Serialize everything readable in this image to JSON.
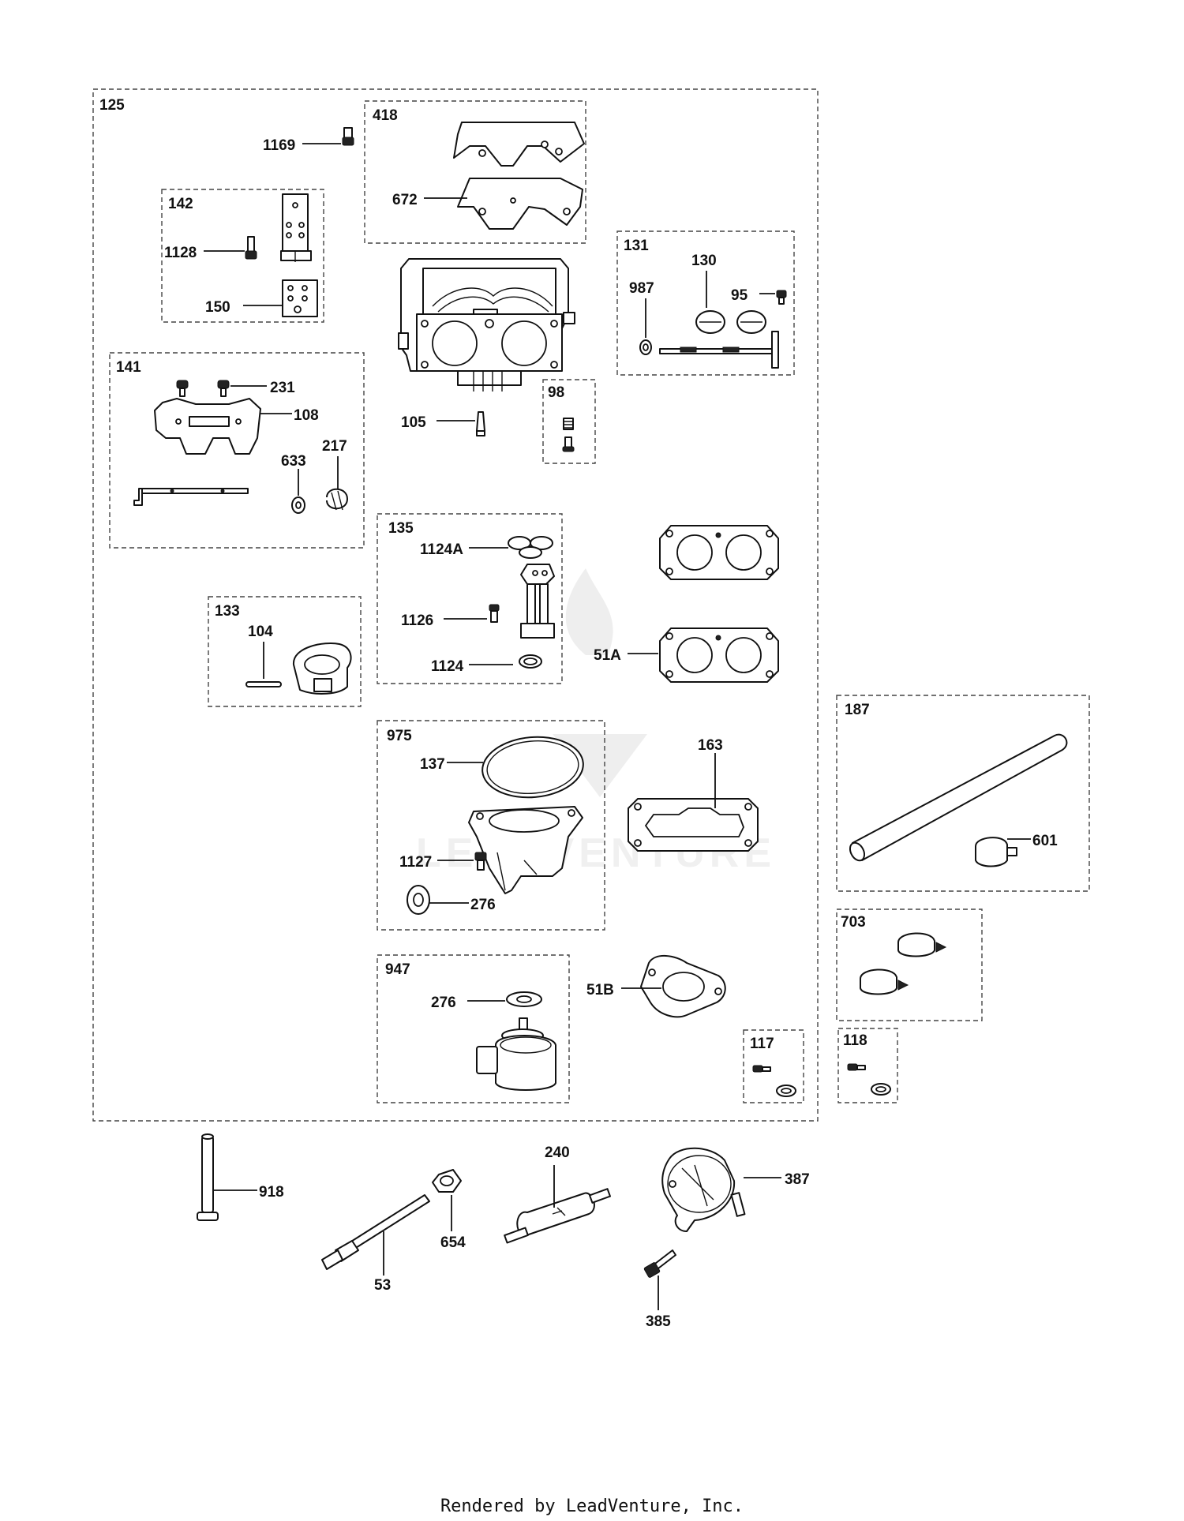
{
  "boxes": {
    "main": "125",
    "b418": "418",
    "b142": "142",
    "b131": "131",
    "b141": "141",
    "b98": "98",
    "b135": "135",
    "b133": "133",
    "b975": "975",
    "b187": "187",
    "b703": "703",
    "b947": "947",
    "b117": "117",
    "b118": "118"
  },
  "parts": {
    "p1169": "1169",
    "p672": "672",
    "p1128": "1128",
    "p150": "150",
    "p130": "130",
    "p987": "987",
    "p95": "95",
    "p231": "231",
    "p108": "108",
    "p633": "633",
    "p217": "217",
    "p105": "105",
    "p1124A": "1124A",
    "p1126": "1126",
    "p1124": "1124",
    "p104": "104",
    "p51A": "51A",
    "p137": "137",
    "p163": "163",
    "p1127": "1127",
    "p276a": "276",
    "p601": "601",
    "p276b": "276",
    "p51B": "51B",
    "p918": "918",
    "p240": "240",
    "p387": "387",
    "p654": "654",
    "p53": "53",
    "p385": "385"
  },
  "watermark": "LEADVENTURE",
  "footer": "Rendered by LeadVenture, Inc."
}
